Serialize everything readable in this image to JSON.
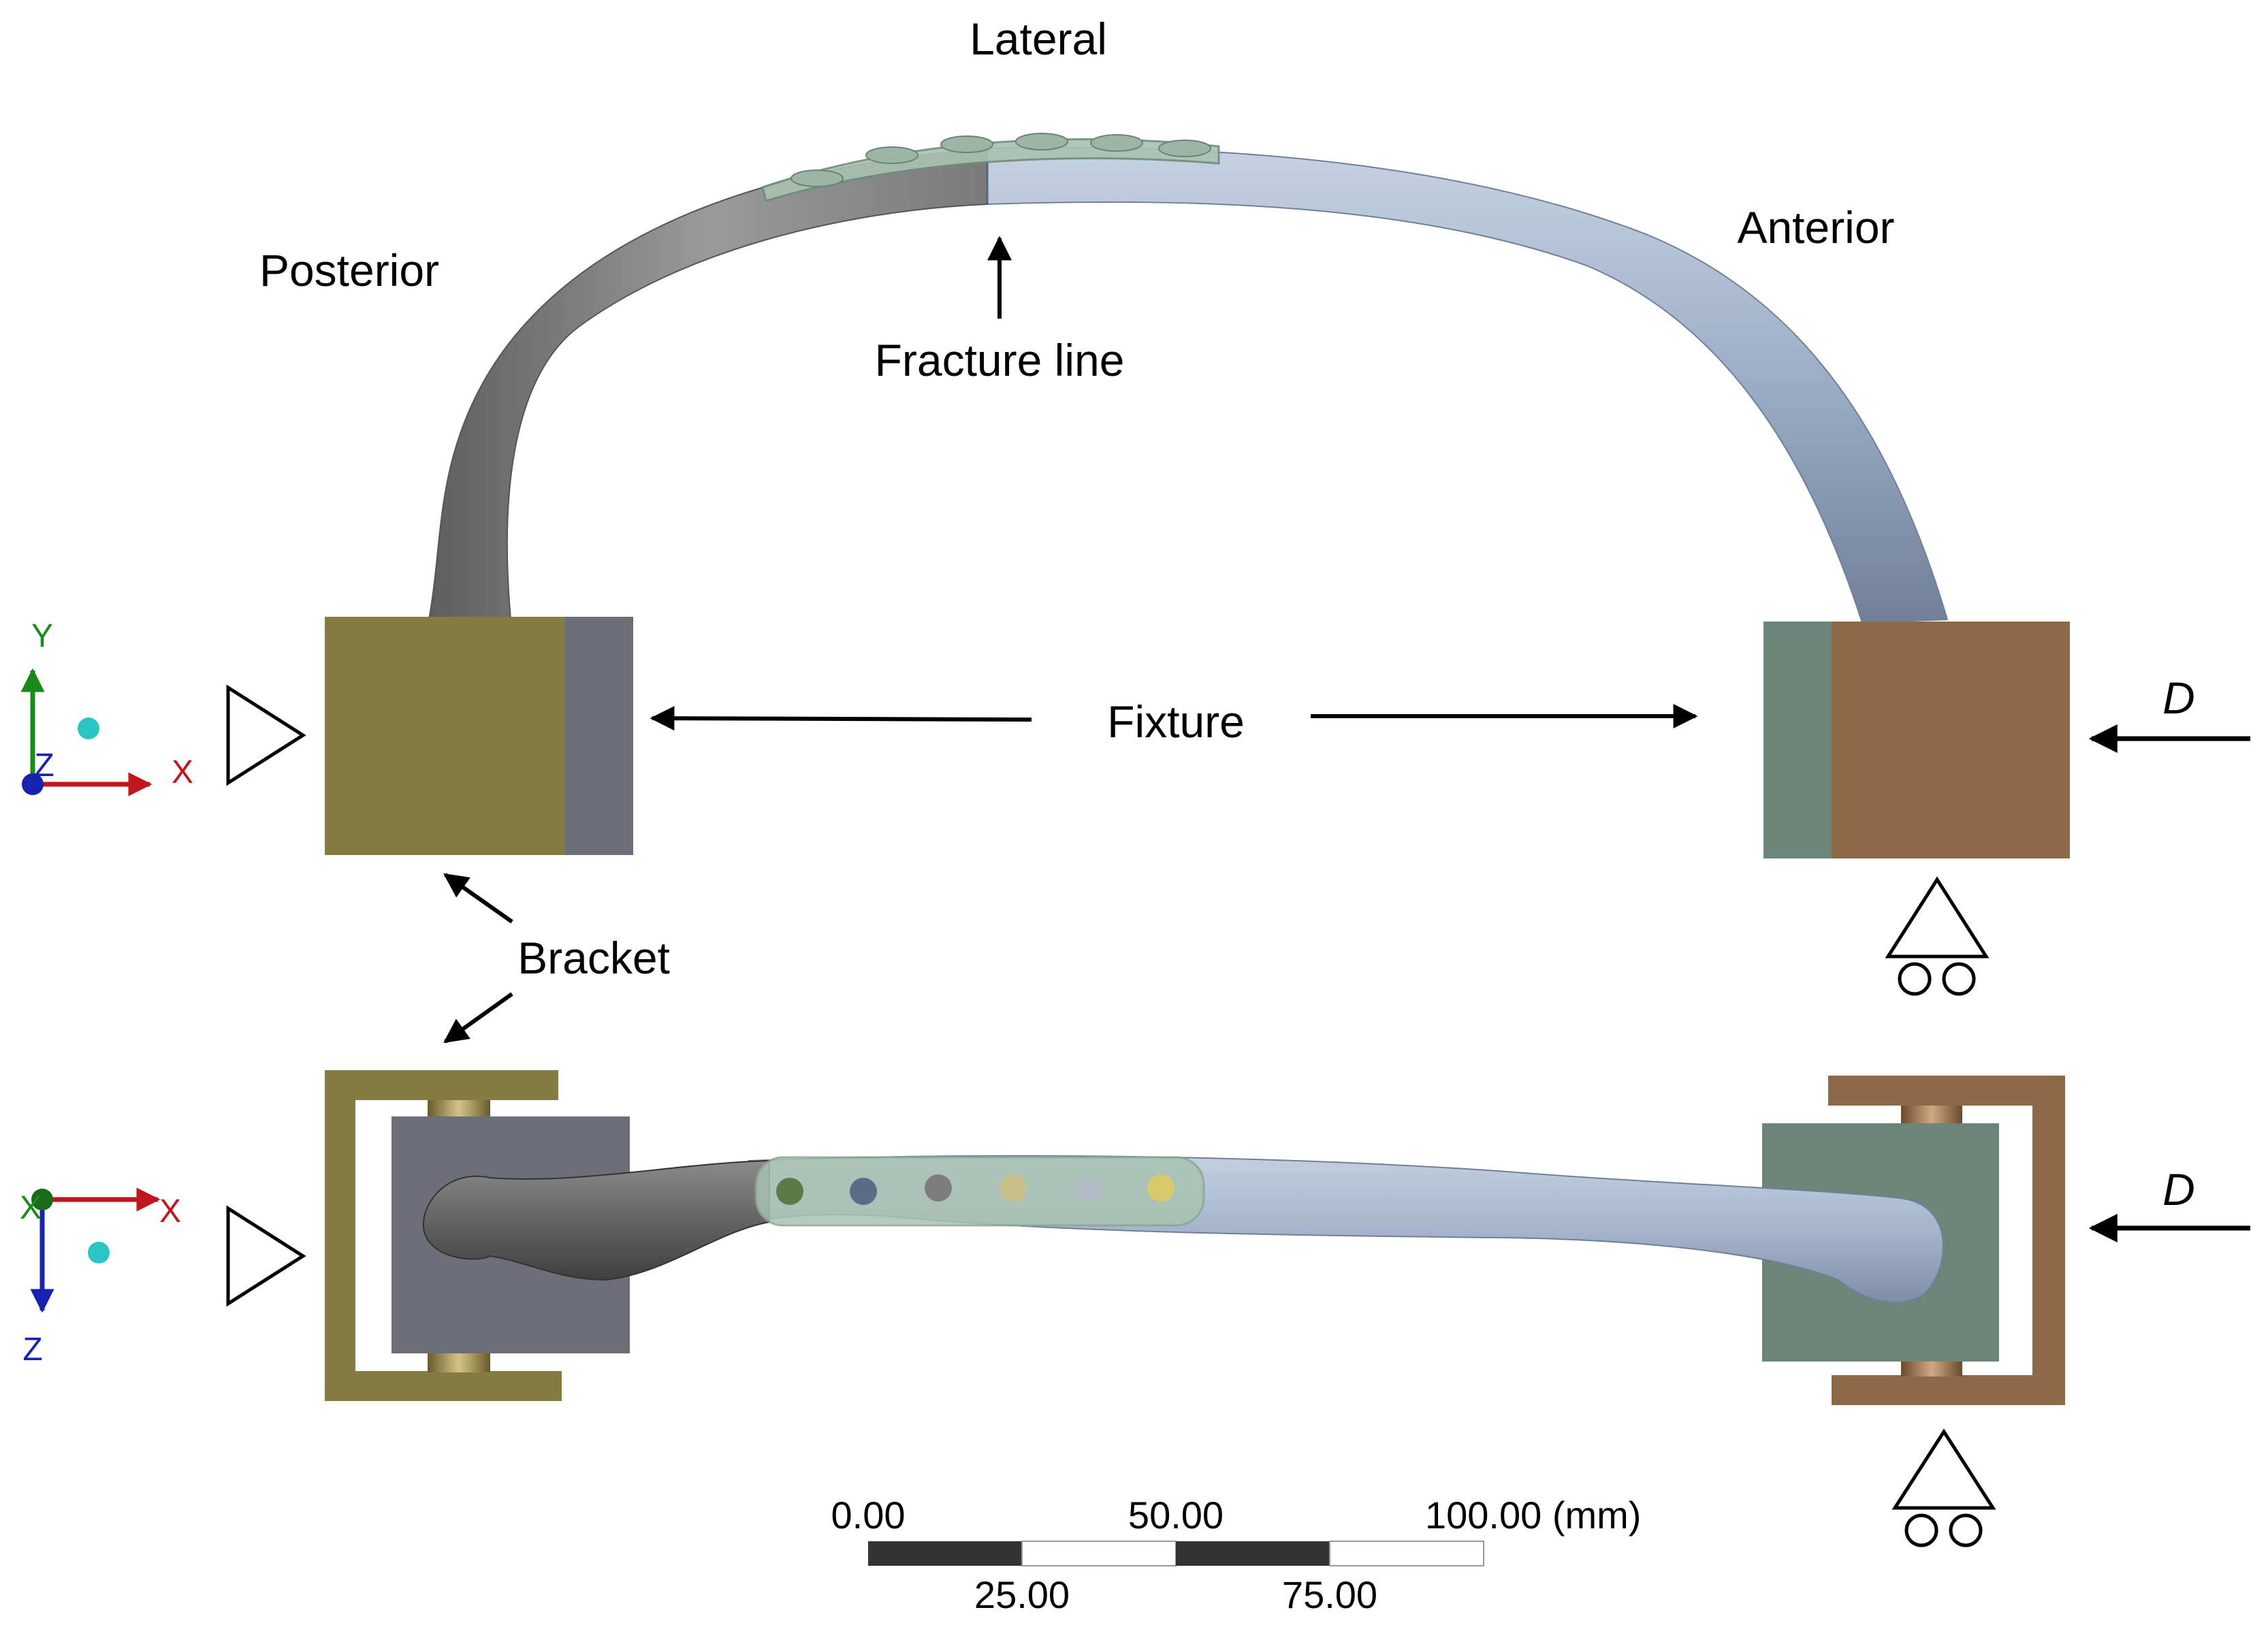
{
  "labels": {
    "lateral": "Lateral",
    "posterior": "Posterior",
    "anterior": "Anterior",
    "fracture_line": "Fracture line",
    "fixture": "Fixture",
    "bracket": "Bracket",
    "force_top": "D",
    "force_bottom": "D"
  },
  "triad_top": {
    "y": "Y",
    "z": "Z",
    "x": "X"
  },
  "triad_bottom": {
    "x_left": "X",
    "x_right": "X",
    "z": "Z"
  },
  "scale_bar": {
    "top_labels": [
      "0.00",
      "50.00",
      "100.00 (mm)"
    ],
    "bottom_labels": [
      "25.00",
      "75.00"
    ]
  },
  "colors": {
    "bone_grey": "#8c8c8c",
    "bone_blue": "#a6b6cc",
    "plate_green": "#a9c2b2",
    "bracket_olive": "#857c44",
    "fixture_slate": "#6e6e78",
    "bracket_brown": "#8c6a48",
    "fixture_teal": "#6b857b",
    "axis_x": "#c0161c",
    "axis_y": "#1a8a1a",
    "axis_z": "#1822b0"
  }
}
